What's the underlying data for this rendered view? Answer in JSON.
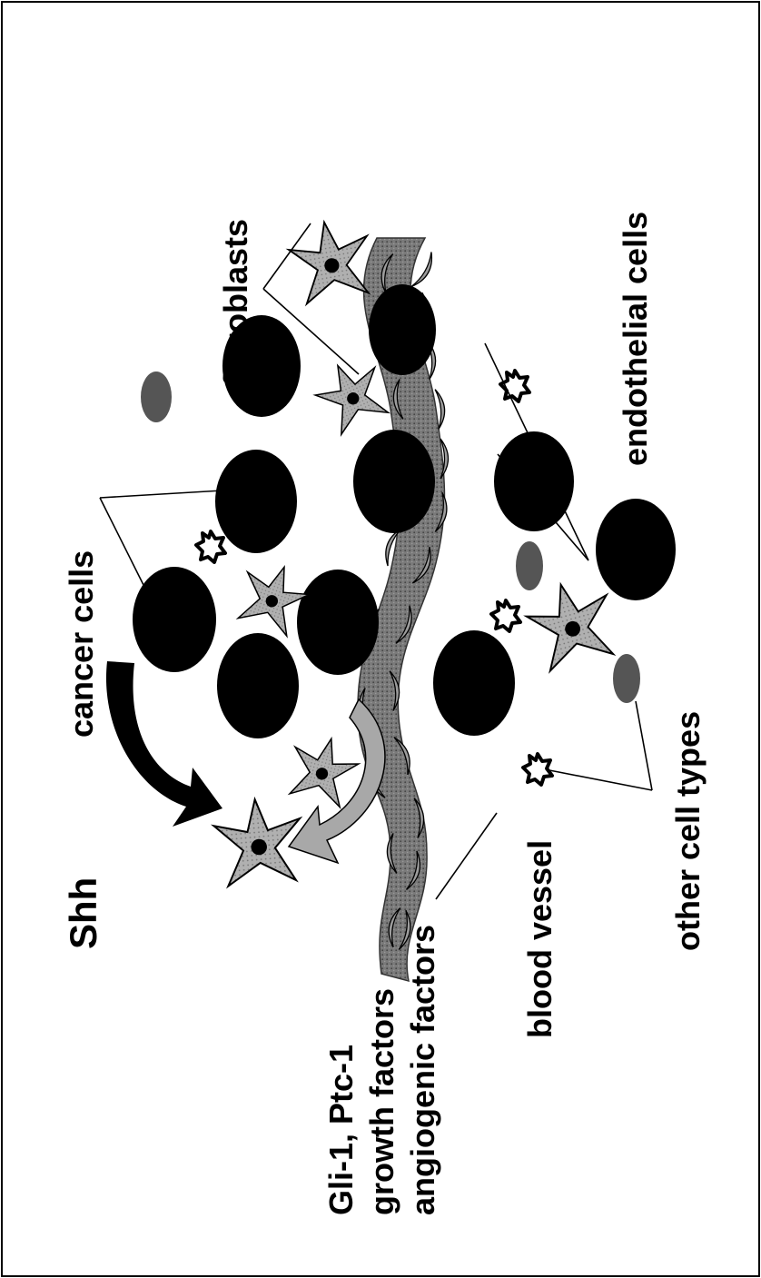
{
  "labels": {
    "shh": "Shh",
    "cancer_cells": "cancer cells",
    "fibroblasts": "fibroblasts",
    "endothelial_cells": "endothelial cells",
    "other_cell_types": "other cell types",
    "blood_vessel": "blood vessel",
    "factors_line1": "Gli-1, Ptc-1",
    "factors_line2": "growth factors",
    "factors_line3": "angiogenic factors"
  },
  "colors": {
    "cancer_cell": "#000000",
    "fibroblast": "#a8a8a8",
    "vessel": "#6e6e6e",
    "endothelial": "#9c9c9c",
    "other_cell": "#555555",
    "frame": "#000000"
  }
}
